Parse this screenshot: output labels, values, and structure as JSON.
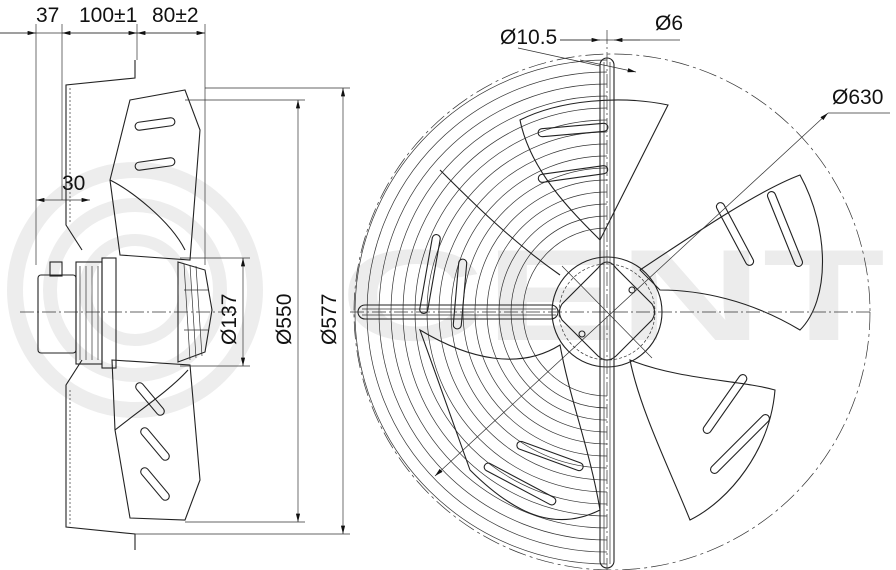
{
  "drawing": {
    "watermark_text": "CENT",
    "side_view": {
      "dim_37": "37",
      "dim_100": "100±1",
      "dim_80": "80±2",
      "dim_30": "30",
      "dim_137": "Ø137",
      "dim_550": "Ø550",
      "dim_577": "Ø577"
    },
    "front_view": {
      "dim_10_5": "Ø10.5",
      "dim_6": "Ø6",
      "dim_630": "Ø630"
    }
  }
}
